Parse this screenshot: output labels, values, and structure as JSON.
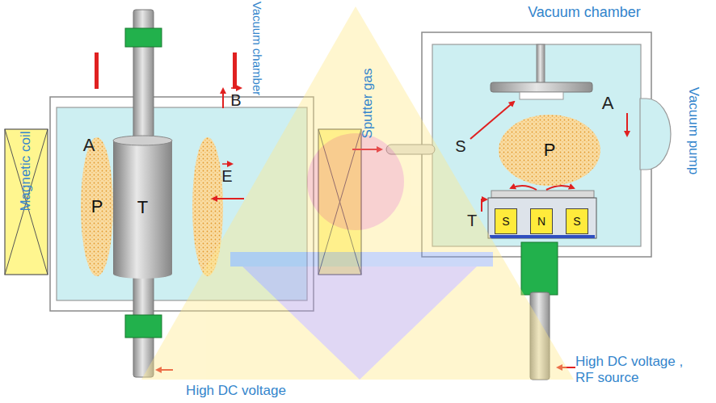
{
  "diagram": {
    "nodes": [
      {
        "text": [
          "T"
        ]
      },
      {
        "text": [
          "P"
        ]
      },
      {
        "text": [
          "P"
        ]
      },
      {
        "text": [
          "S"
        ]
      },
      {
        "text": [
          "N"
        ]
      },
      {
        "text": [
          "S"
        ]
      }
    ],
    "labels": [
      "Magnetic coil",
      "A",
      "B",
      "E",
      "Vacuum chamber",
      "High DC voltage",
      "Sputter gas",
      "Vacuum chamber",
      "S",
      "A",
      "T",
      "Vacuum pump",
      "High DC voltage , RF source"
    ]
  }
}
